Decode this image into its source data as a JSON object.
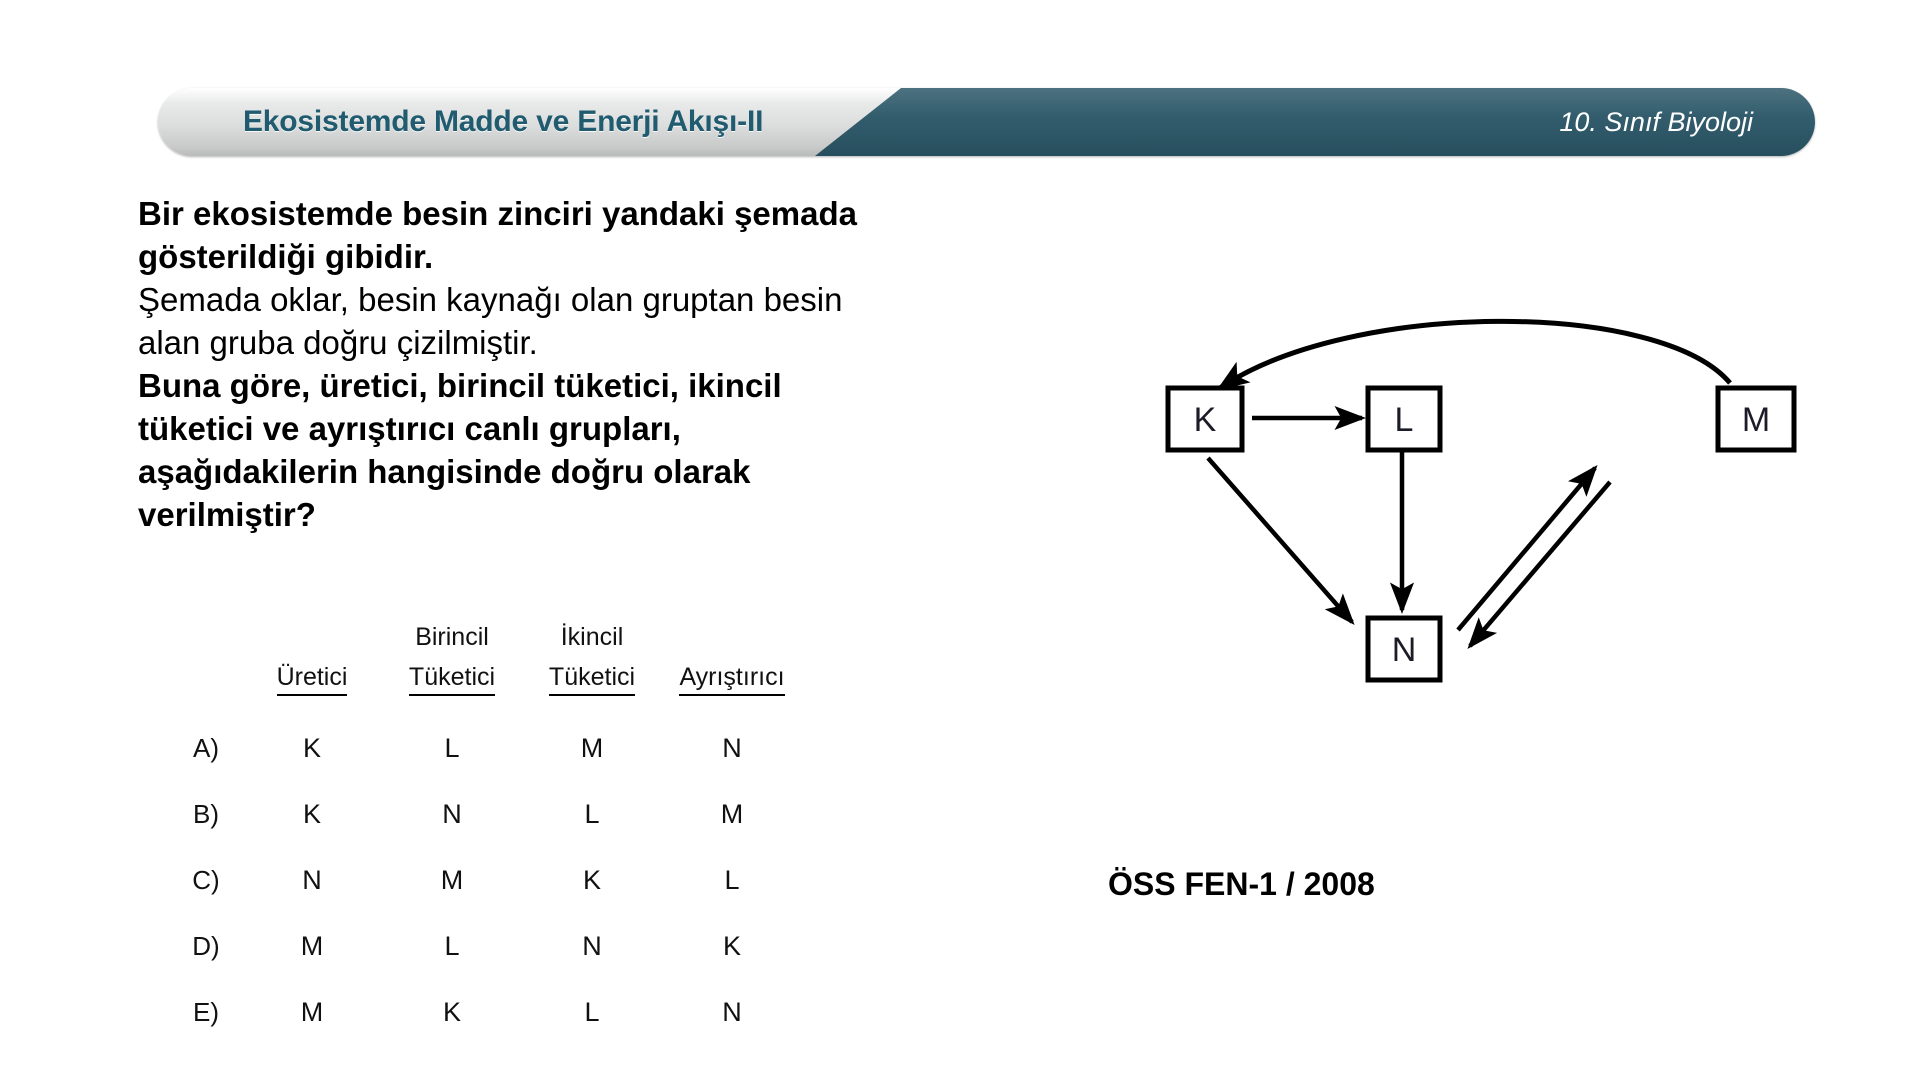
{
  "header": {
    "title": "Ekosistemde Madde ve Enerji Akışı-II",
    "subject": "10. Sınıf Biyoloji",
    "accent_color": "#2b5768",
    "title_color": "#205b70"
  },
  "question": {
    "lines": [
      {
        "text": "Bir ekosistemde besin zinciri yandaki şemada",
        "bold": true
      },
      {
        "text": "gösterildiği gibidir.",
        "bold": true
      },
      {
        "text": "Şemada oklar, besin kaynağı olan gruptan besin",
        "bold": false
      },
      {
        "text": "alan gruba doğru çizilmiştir.",
        "bold": false
      },
      {
        "text": "Buna göre, üretici, birincil tüketici, ikincil",
        "bold": true
      },
      {
        "text": "tüketici ve ayrıştırıcı canlı grupları,",
        "bold": true
      },
      {
        "text": "aşağıdakilerin hangisinde doğru olarak",
        "bold": true
      },
      {
        "text": "verilmiştir?",
        "bold": true
      }
    ]
  },
  "options_table": {
    "headers_top": [
      "",
      "",
      "Birincil",
      "İkincil",
      ""
    ],
    "headers_bottom": [
      "",
      "Üretici",
      "Tüketici",
      "Tüketici",
      "Ayrıştırıcı"
    ],
    "rows": [
      {
        "label": "A)",
        "values": [
          "K",
          "L",
          "M",
          "N"
        ]
      },
      {
        "label": "B)",
        "values": [
          "K",
          "N",
          "L",
          "M"
        ]
      },
      {
        "label": "C)",
        "values": [
          "N",
          "M",
          "K",
          "L"
        ]
      },
      {
        "label": "D)",
        "values": [
          "M",
          "L",
          "N",
          "K"
        ]
      },
      {
        "label": "E)",
        "values": [
          "M",
          "K",
          "L",
          "N"
        ]
      }
    ]
  },
  "diagram": {
    "nodes": [
      {
        "id": "K",
        "label": "K"
      },
      {
        "id": "L",
        "label": "L"
      },
      {
        "id": "M",
        "label": "M"
      },
      {
        "id": "N",
        "label": "N"
      }
    ],
    "edges": [
      {
        "from": "K",
        "to": "L",
        "style": "straight"
      },
      {
        "from": "K",
        "to": "N",
        "style": "straight"
      },
      {
        "from": "L",
        "to": "N",
        "style": "straight"
      },
      {
        "from": "N",
        "to": "M",
        "style": "straight"
      },
      {
        "from": "M",
        "to": "N",
        "style": "straight"
      },
      {
        "from": "M",
        "to": "K",
        "style": "curved-arc"
      }
    ]
  },
  "source": {
    "label": "ÖSS FEN-1 / 2008"
  }
}
